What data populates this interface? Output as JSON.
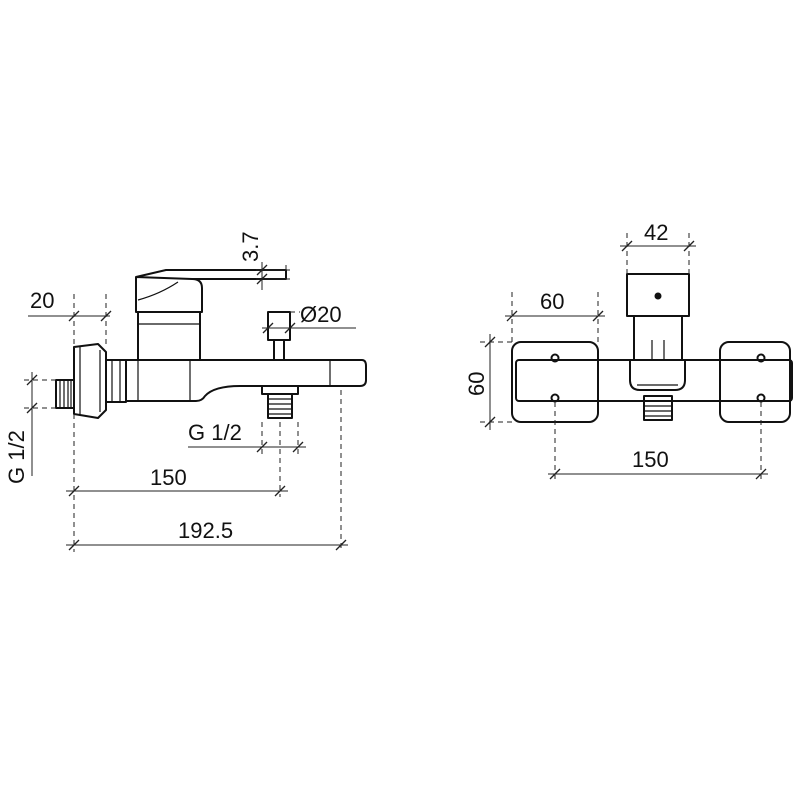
{
  "side_view": {
    "dim_top_width": "20",
    "dim_lever_gap": "3.7",
    "dim_diverter_diameter": "Ø20",
    "dim_inlet_thread": "G 1/2",
    "dim_outlet_thread": "G 1/2",
    "dim_spout_distance": "150",
    "dim_overall_length": "192.5"
  },
  "front_view": {
    "dim_body_width": "42",
    "dim_flange_width": "60",
    "dim_flange_height": "60",
    "dim_centres": "150"
  }
}
